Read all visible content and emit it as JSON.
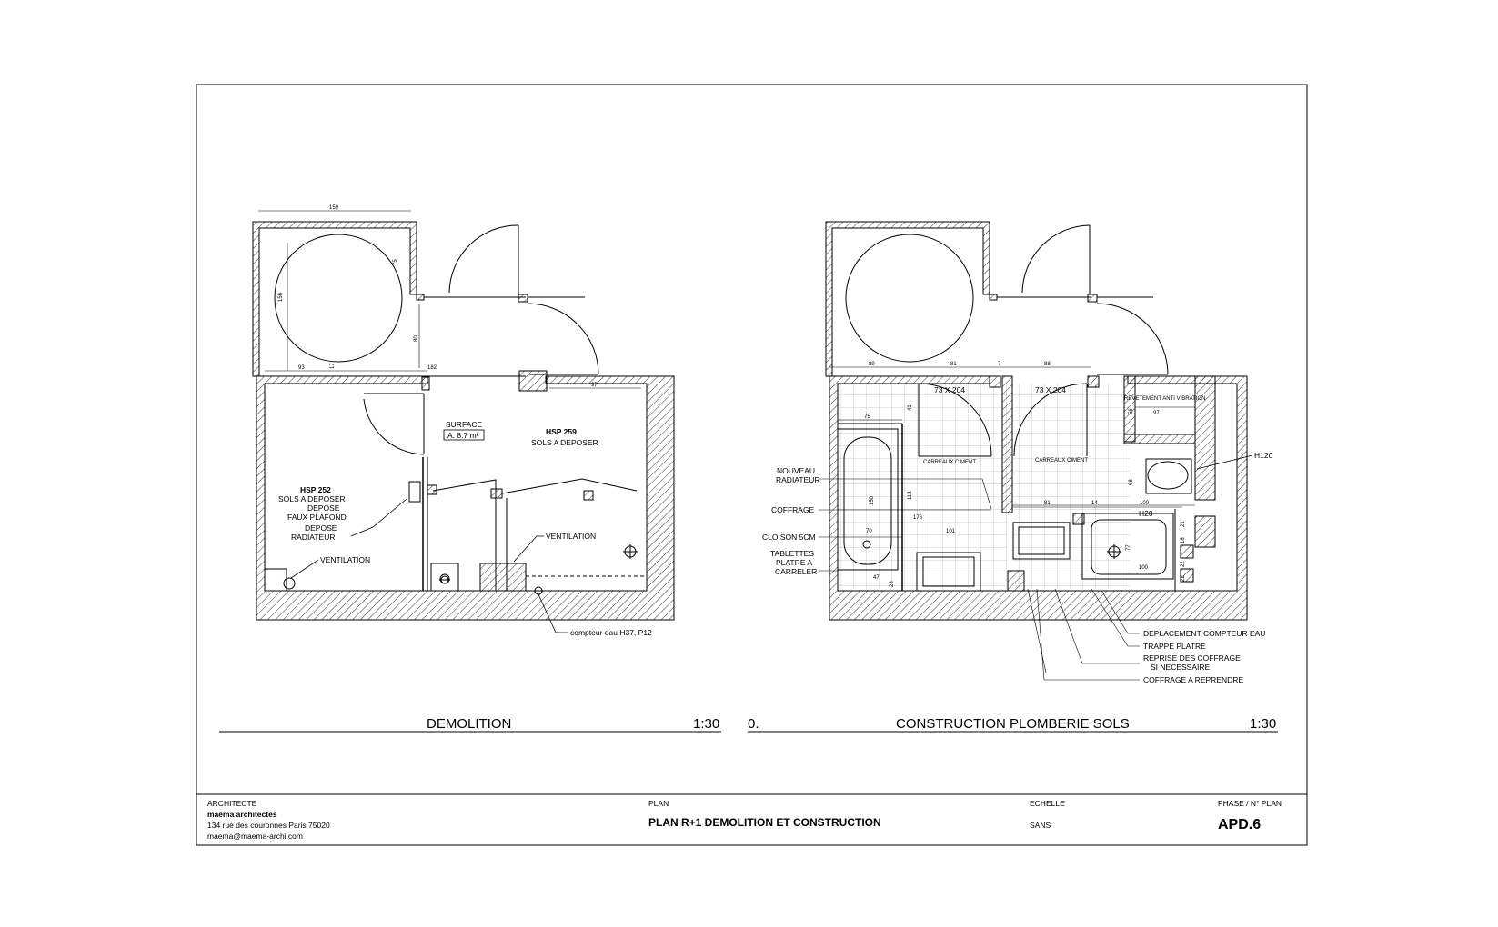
{
  "left_plan": {
    "caption_title": "DEMOLITION",
    "caption_scale": "1:30",
    "surface_label": "SURFACE",
    "surface_value": "A. 8.7 m²",
    "room_a_code": "HSP 259",
    "room_a_note": "SOLS A DEPOSER",
    "room_b_code": "HSP 252",
    "room_b_notes": [
      "SOLS A DEPOSER",
      "DEPOSE",
      "FAUX PLAFOND",
      "DEPOSE",
      "RADIATEUR"
    ],
    "ventilation_1": "VENTILATION",
    "ventilation_2": "VENTILATION",
    "meter_note": "compteur eau H37, P12",
    "dims": [
      "159",
      "156",
      "75",
      "80",
      "93",
      "17",
      "182",
      "97"
    ]
  },
  "right_plan": {
    "caption_number": "0.",
    "caption_title": "CONSTRUCTION PLOMBERIE SOLS",
    "caption_scale": "1:30",
    "door_1": "73 X 204",
    "door_2": "73 X 204",
    "tile_1": "CARREAUX CIMENT",
    "tile_2": "CARREAUX CIMENT",
    "anti_vibration": "REVETEMENT ANTI VIBRATION",
    "h120": "H120",
    "h20": "H20",
    "left_callouts": [
      "NOUVEAU",
      "RADIATEUR",
      "COFFRAGE",
      "CLOISON 5CM",
      "TABLETTES",
      "PLATRE A",
      "CARRELER"
    ],
    "bottom_callouts": [
      "DEPLACEMENT COMPTEUR EAU",
      "TRAPPE PLATRE",
      "REPRISE DES COFFRAGE",
      "SI NECESSAIRE",
      "COFFRAGE A REPRENDRE"
    ],
    "dims": [
      "89",
      "81",
      "7",
      "88",
      "75",
      "41",
      "113",
      "150",
      "176",
      "70",
      "101",
      "47",
      "23",
      "97",
      "56",
      "68",
      "81",
      "14",
      "100",
      "100",
      "77",
      "21",
      "18",
      "22",
      "22"
    ]
  },
  "title_block": {
    "architect_label": "ARCHITECTE",
    "architect_name": "maéma architectes",
    "address": "134 rue des couronnes Paris 75020",
    "email": "maema@maema-archi.com",
    "plan_label": "PLAN",
    "plan_title": "PLAN R+1 DEMOLITION ET CONSTRUCTION",
    "scale_label": "ECHELLE",
    "scale_value": "SANS",
    "phase_label": "PHASE / N° PLAN",
    "phase_value": "APD.6"
  }
}
